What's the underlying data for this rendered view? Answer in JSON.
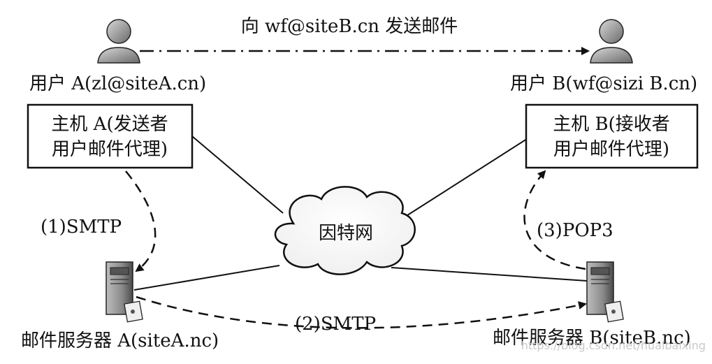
{
  "top_message": "向 wf@siteB.cn 发送邮件",
  "user_a": {
    "label": "用户 A(zl@siteA.cn)"
  },
  "user_b": {
    "label": "用户 B(wf@sizi B.cn)"
  },
  "host_a": {
    "line1": "主机 A(发送者",
    "line2": "用户邮件代理)"
  },
  "host_b": {
    "line1": "主机 B(接收者",
    "line2": "用户邮件代理)"
  },
  "internet": {
    "label": "因特网"
  },
  "server_a": {
    "label": "邮件服务器 A(siteA.nc)"
  },
  "server_b": {
    "label": "邮件服务器 B(siteB.nc)"
  },
  "protocols": {
    "step1": "(1)SMTP",
    "step2": "(2)SMTP",
    "step3": "(3)POP3"
  },
  "watermark": "https://blog.csdn.net/huaibaixing"
}
